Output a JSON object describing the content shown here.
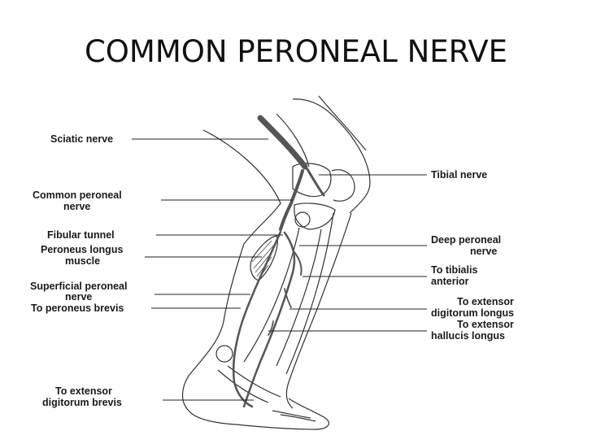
{
  "title": "COMMON PERONEAL NERVE",
  "labels": {
    "sciatic_nerve": "Sciatic nerve",
    "common_peroneal_nerve_1": "Common peroneal",
    "common_peroneal_nerve_2": "nerve",
    "fibular_tunnel": "Fibular tunnel",
    "peroneus_longus_1": "Peroneus longus",
    "peroneus_longus_2": "muscle",
    "superficial_peroneal_1": "Superficial peroneal",
    "superficial_peroneal_2": "nerve",
    "to_peroneus_brevis": "To peroneus brevis",
    "to_ext_dig_brevis_1": "To extensor",
    "to_ext_dig_brevis_2": "digitorum brevis",
    "tibial_nerve": "Tibial nerve",
    "deep_peroneal_1": "Deep peroneal",
    "deep_peroneal_2": "nerve",
    "to_tibialis_1": "To tibialis",
    "to_tibialis_2": "anterior",
    "to_ext_dig_longus_1": "To extensor",
    "to_ext_dig_longus_2": "digitorum longus",
    "to_ext_hal_longus_1": "To extensor",
    "to_ext_hal_longus_2": "hallucis longus"
  },
  "colors": {
    "nerve": "#555555",
    "outline": "#333333",
    "text": "#1a1a1a"
  }
}
